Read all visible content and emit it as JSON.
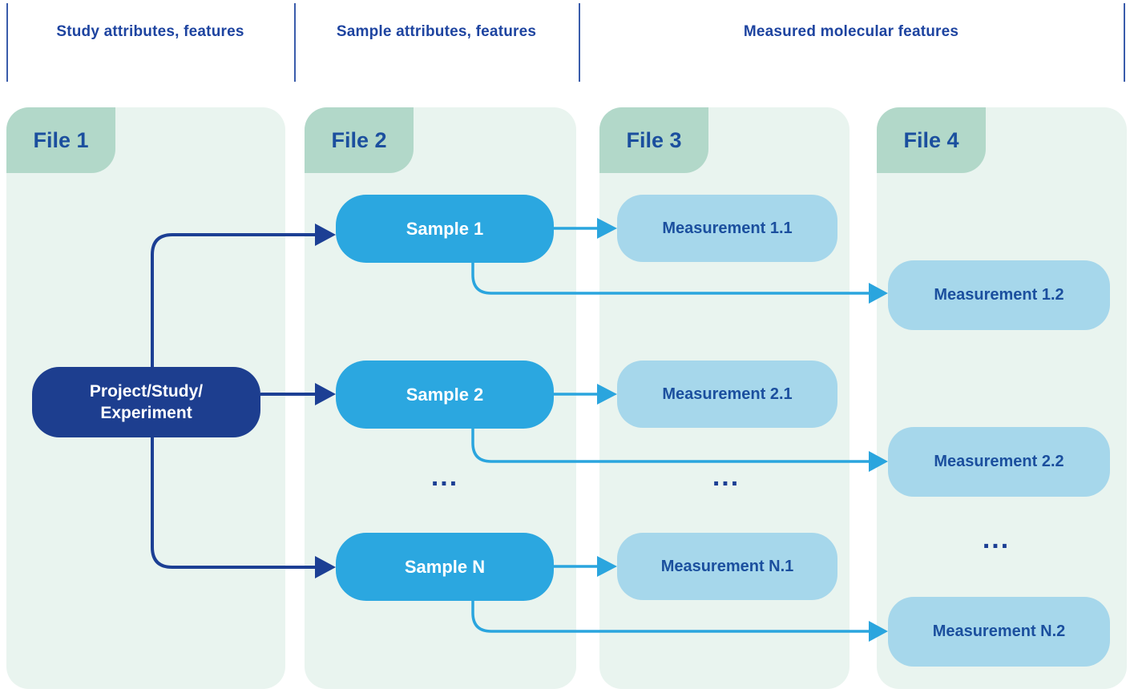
{
  "header": {
    "columns": [
      {
        "label": "Study attributes, features"
      },
      {
        "label": "Sample attributes, features"
      },
      {
        "label": "Measured molecular features"
      }
    ]
  },
  "files": [
    {
      "label": "File 1"
    },
    {
      "label": "File 2"
    },
    {
      "label": "File 3"
    },
    {
      "label": "File 4"
    }
  ],
  "nodes": {
    "project": {
      "label": "Project/Study/Experiment",
      "line1": "Project/Study/",
      "line2": "Experiment"
    },
    "samples": [
      {
        "label": "Sample 1"
      },
      {
        "label": "Sample 2"
      },
      {
        "label": "Sample N"
      }
    ],
    "primary_measurements": [
      {
        "label": "Measurement 1.1"
      },
      {
        "label": "Measurement 2.1"
      },
      {
        "label": "Measurement N.1"
      }
    ],
    "secondary_measurements": [
      {
        "label": "Measurement 1.2"
      },
      {
        "label": "Measurement 2.2"
      },
      {
        "label": "Measurement N.2"
      }
    ],
    "ellipsis": "..."
  },
  "edges": [
    {
      "from": "Project/Study/Experiment",
      "to": "Sample 1"
    },
    {
      "from": "Project/Study/Experiment",
      "to": "Sample 2"
    },
    {
      "from": "Project/Study/Experiment",
      "to": "Sample N"
    },
    {
      "from": "Sample 1",
      "to": "Measurement 1.1"
    },
    {
      "from": "Sample 1",
      "to": "Measurement 1.2"
    },
    {
      "from": "Sample 2",
      "to": "Measurement 2.1"
    },
    {
      "from": "Sample 2",
      "to": "Measurement 2.2"
    },
    {
      "from": "Sample N",
      "to": "Measurement N.1"
    },
    {
      "from": "Sample N",
      "to": "Measurement N.2"
    }
  ],
  "colors": {
    "header_text": "#1e44a0",
    "divider": "#3a5cab",
    "panel_bg": "#e9f4ef",
    "tab_bg": "#b2d8c9",
    "tab_text": "#1b4f9e",
    "project_bg": "#1d3e8f",
    "project_text": "#ffffff",
    "sample_bg": "#2ba7e0",
    "sample_text": "#ffffff",
    "measurement_bg": "#a6d7eb",
    "measurement_text": "#1b4f9e",
    "edge_dark": "#1c3f94",
    "edge_light": "#2aa5de"
  }
}
